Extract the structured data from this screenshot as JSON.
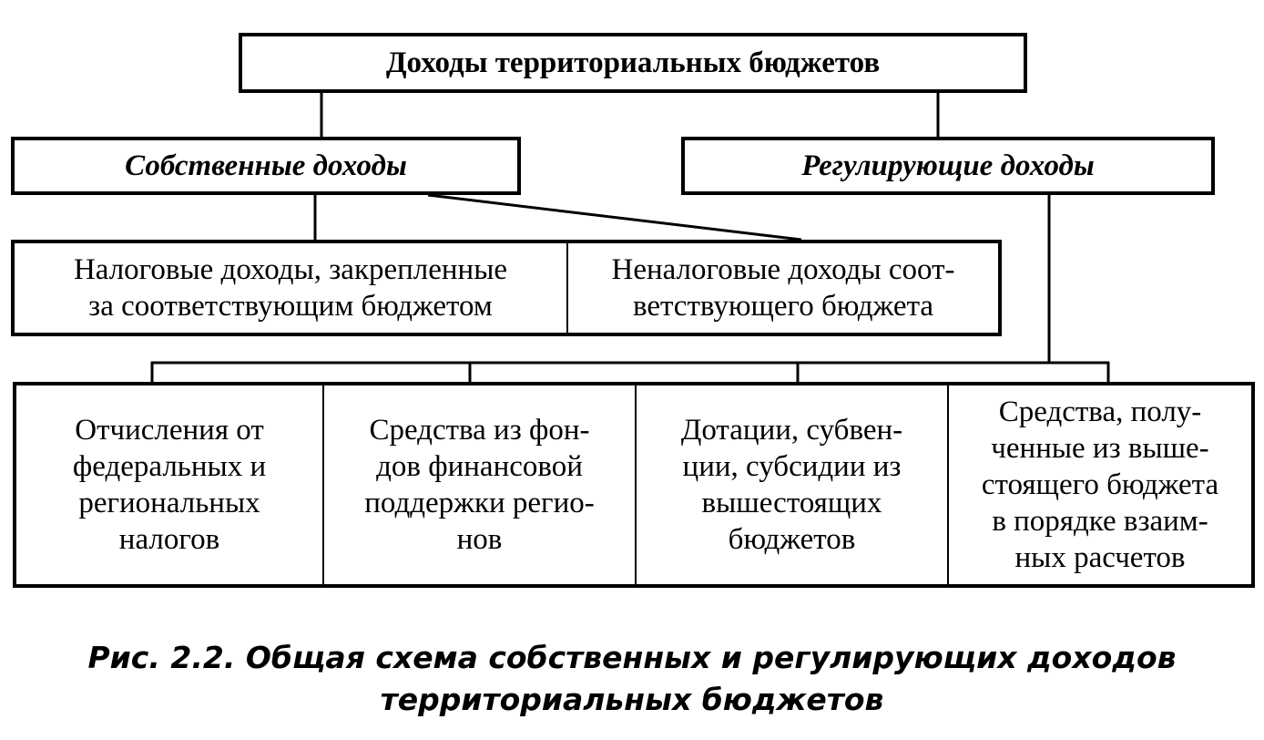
{
  "title": "Доходы территориальных бюджетов",
  "categories": {
    "own": "Собственные доходы",
    "regulating": "Регулирующие доходы"
  },
  "own_income": {
    "tax": [
      "Налоговые доходы, закрепленные",
      "за соответствующим бюджетом"
    ],
    "nontax": [
      "Неналоговые доходы соот-",
      "ветствующего бюджета"
    ]
  },
  "regulating_income": [
    [
      "Отчисления от",
      "федеральных и",
      "региональных",
      "налогов"
    ],
    [
      "Средства из фон-",
      "дов финансовой",
      "поддержки регио-",
      "нов"
    ],
    [
      "Дотации, субвен-",
      "ции, субсидии из",
      "вышестоящих",
      "бюджетов"
    ],
    [
      "Средства, полу-",
      "ченные из выше-",
      "стоящего бюджета",
      "в порядке взаим-",
      "ных расчетов"
    ]
  ],
  "caption": {
    "line1": "Рис. 2.2. Общая схема собственных и регулирующих доходов",
    "line2": "территориальных бюджетов"
  }
}
